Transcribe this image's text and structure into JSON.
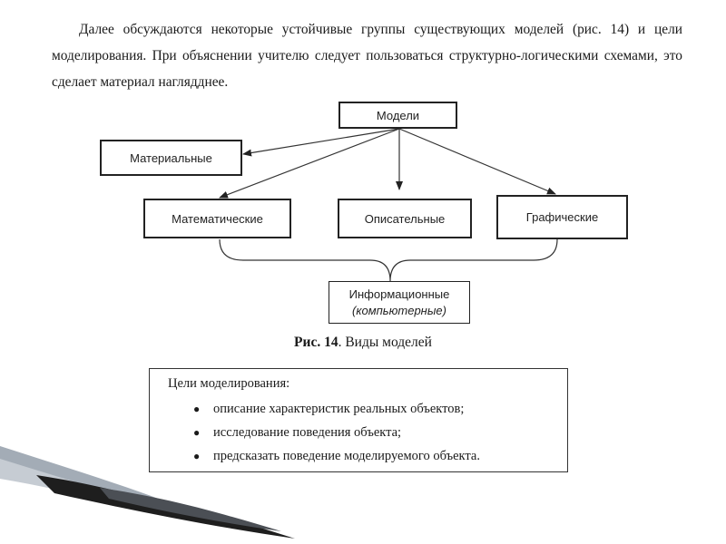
{
  "intro": {
    "text": "Далее обсуждаются некоторые устойчивые группы существующих моделей (рис. 14) и цели моделирования. При объяснении учителю следует пользоваться структурно-логическими схемами, это сделает материал наглядднее."
  },
  "diagram": {
    "root": "Модели",
    "material": "Материальные",
    "math": "Математические",
    "descriptive": "Описательные",
    "graphic": "Графические",
    "info_line1": "Информационные",
    "info_line2": "(компьютерные)"
  },
  "caption": {
    "label": "Рис. 14",
    "text": ". Виды моделей"
  },
  "goals": {
    "title": "Цели моделирования:",
    "items": [
      "описание характеристик реальных объектов;",
      "исследование поведения объекта;",
      "предсказать поведение моделируемого объекта."
    ],
    "bullet": "●"
  },
  "colors": {
    "line": "#222222",
    "swoosh_dark": "#1e1e1e",
    "swoosh_light": "#9aa3ad"
  }
}
